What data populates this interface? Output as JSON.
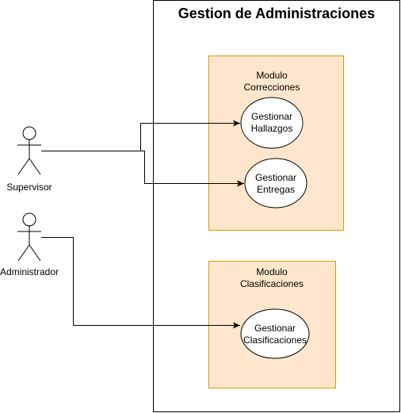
{
  "system": {
    "title": "Gestion de Administraciones"
  },
  "actors": {
    "supervisor": {
      "label": "Supervisor"
    },
    "administrador": {
      "label": "Administrador"
    }
  },
  "modules": {
    "correcciones": {
      "label_line1": "Modulo",
      "label_line2": "Correcciones"
    },
    "clasificaciones": {
      "label_line1": "Modulo",
      "label_line2": "Clasificaciones"
    }
  },
  "use_cases": {
    "hallazgos": {
      "line1": "Gestionar",
      "line2": "Hallazgos"
    },
    "entregas": {
      "line1": "Gestionar",
      "line2": "Entregas"
    },
    "clasificaciones": {
      "line1": "Gestionar",
      "line2": "Clasificaciones"
    }
  },
  "connections": [
    {
      "from": "Supervisor",
      "to": "Gestionar Hallazgos"
    },
    {
      "from": "Supervisor",
      "to": "Gestionar Entregas"
    },
    {
      "from": "Administrador",
      "to": "Gestionar Clasificaciones"
    }
  ],
  "colors": {
    "module_fill": "#ffe6cc",
    "module_stroke": "#d79b00",
    "line": "#000000",
    "background": "#ffffff"
  }
}
